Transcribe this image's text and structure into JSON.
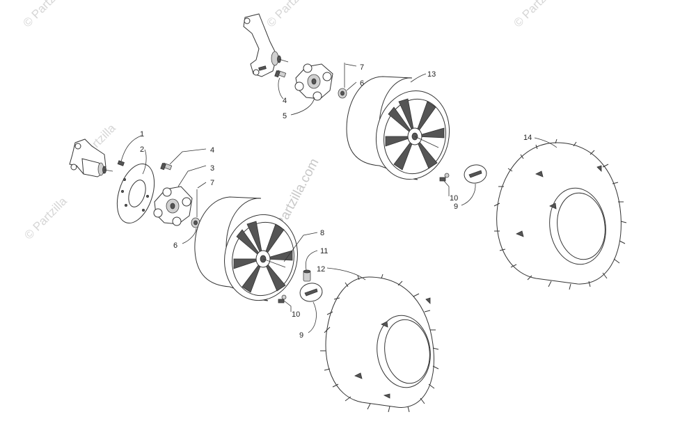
{
  "watermarks": {
    "brand": "© Partzilla",
    "center": "© Partzilla.com"
  },
  "callouts": {
    "c1": "1",
    "c2": "2",
    "c3": "3",
    "c4_left": "4",
    "c4_top": "4",
    "c5": "5",
    "c6_left": "6",
    "c6_top": "6",
    "c7_left": "7",
    "c7_top": "7",
    "c8": "8",
    "c9_left": "9",
    "c9_right": "9",
    "c10_left": "10",
    "c10_right": "10",
    "c11": "11",
    "c12": "12",
    "c13": "13",
    "c14": "14"
  }
}
